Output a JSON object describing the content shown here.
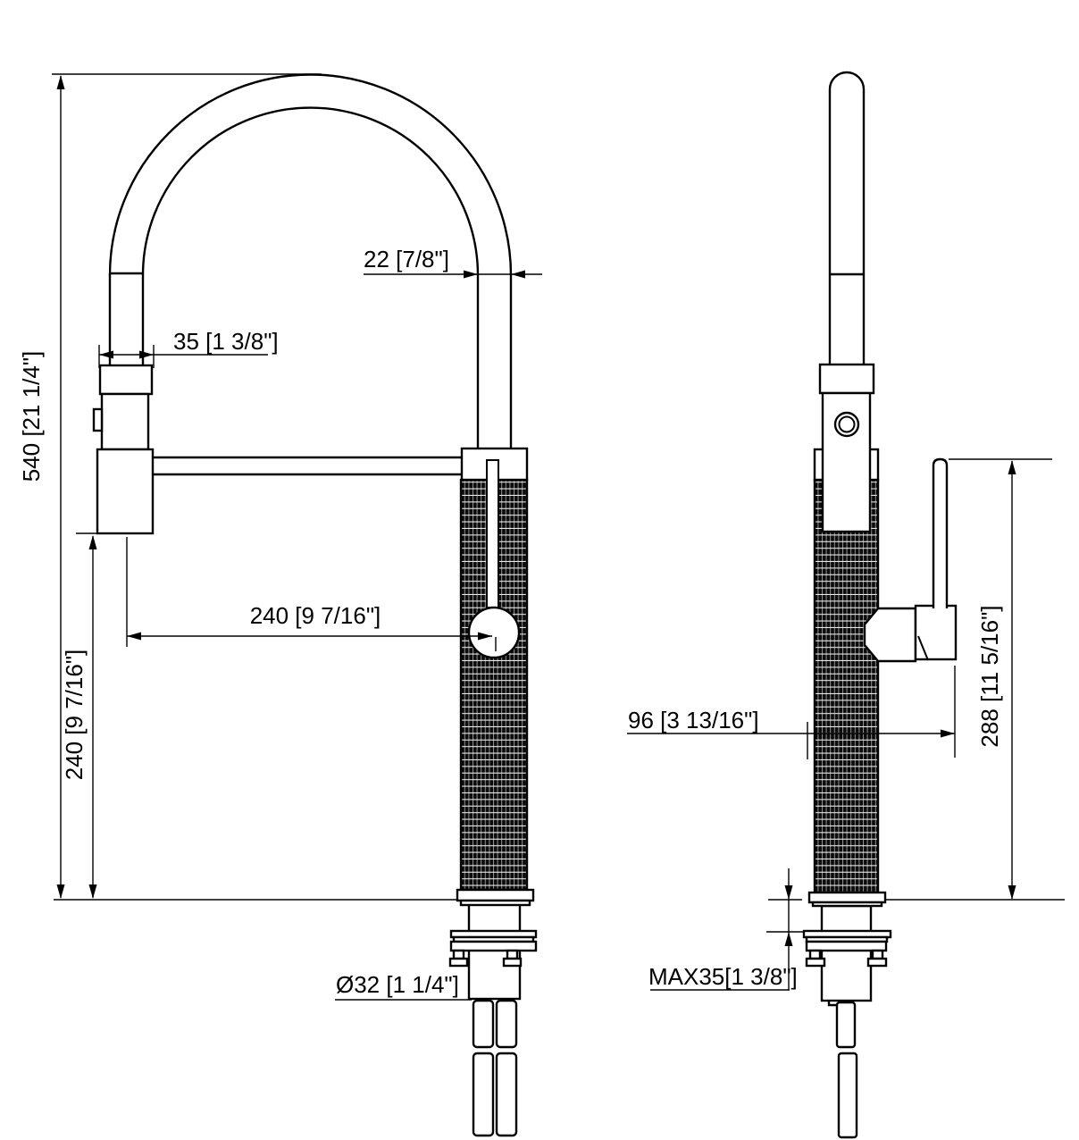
{
  "drawing": {
    "title": "faucet-dimension-drawing",
    "background": "#ffffff",
    "line_color": "#000000",
    "views": {
      "front": "front-view-with-arc-spout",
      "side": "side-view-with-handle"
    },
    "dimensions": {
      "overall_height": "540 [21 1/4\"]",
      "spout_tube_width": "22 [7/8\"]",
      "handspray_diameter": "35 [1 3/8\"]",
      "outlet_height": "240 [9 7/16\"]",
      "spout_reach": "240 [9 7/16\"]",
      "handle_projection": "96 [3 13/16\"]",
      "body_height": "288 [11 5/16\"]",
      "hole_diameter": "Ø32 [1 1/4\"]",
      "max_deck_thickness": "MAX35[1 3/8\"]"
    }
  }
}
